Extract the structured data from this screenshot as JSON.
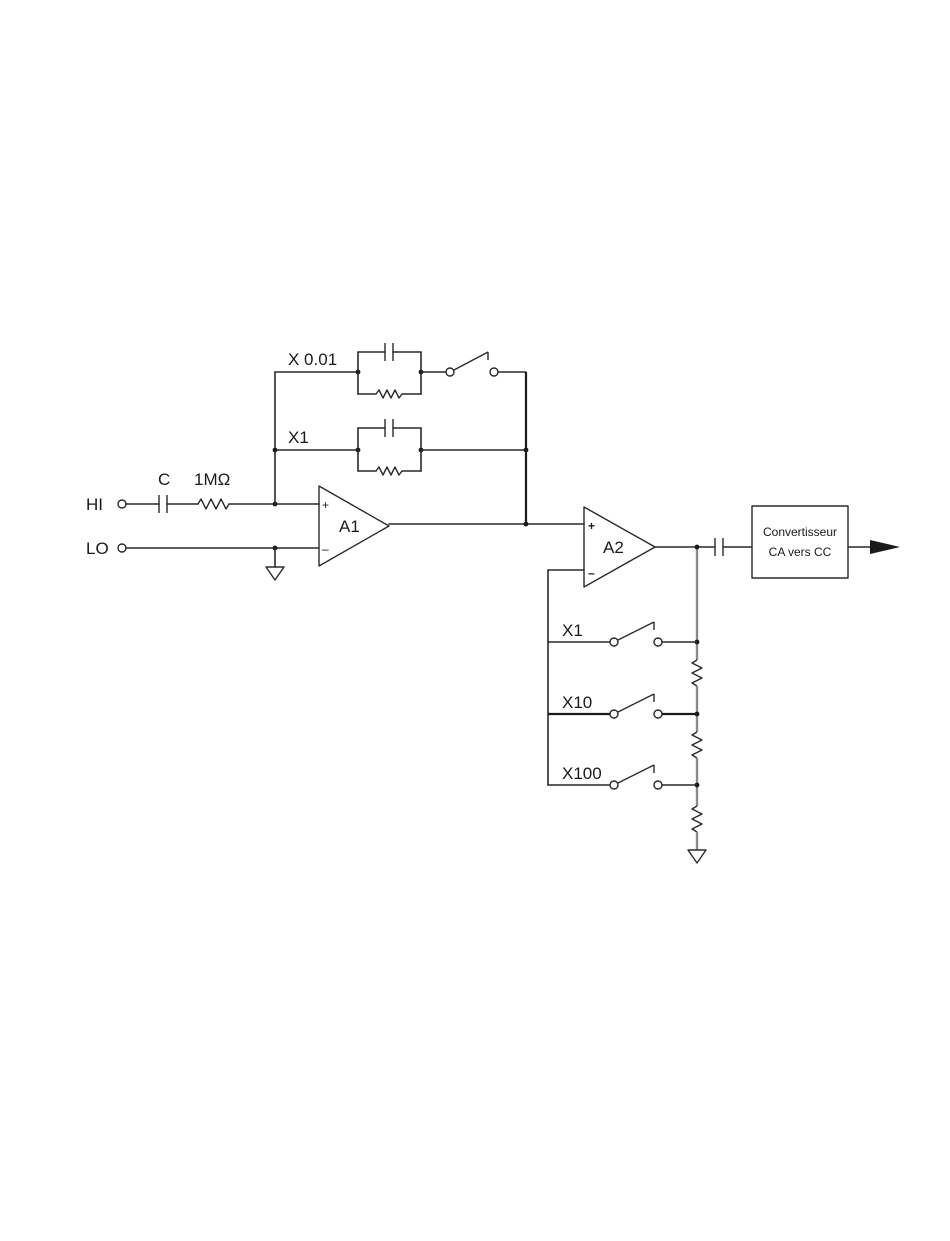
{
  "inputs": {
    "hi": "HI",
    "lo": "LO"
  },
  "input_stage": {
    "capacitor": "C",
    "resistor": "1MΩ"
  },
  "amplifiers": {
    "a1": {
      "label": "A1",
      "plus": "+",
      "minus": "–"
    },
    "a2": {
      "label": "A2",
      "plus": "+",
      "minus": "–"
    }
  },
  "feedback_a1": {
    "x001": "X 0.01",
    "x1": "X1"
  },
  "gain_a2": {
    "x1": "X1",
    "x10": "X10",
    "x100": "X100"
  },
  "converter": {
    "line1": "Convertisseur",
    "line2": "CA vers CC"
  }
}
